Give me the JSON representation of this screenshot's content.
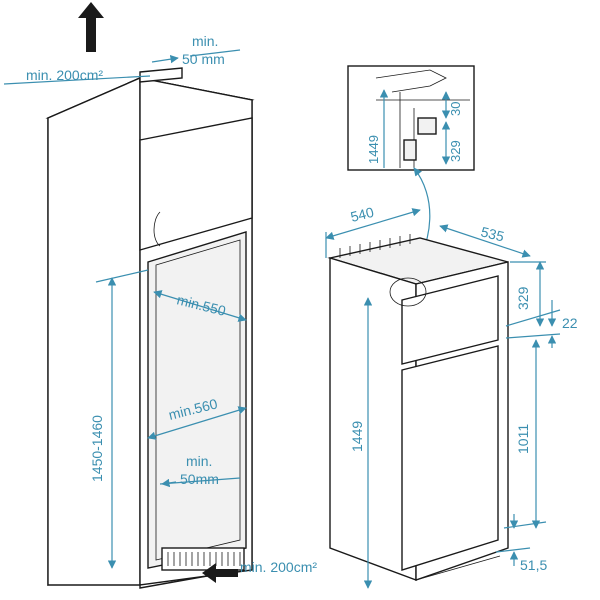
{
  "labels": {
    "top_min": "min.",
    "top_50mm": "50 mm",
    "top_vent": "min. 200cm²",
    "inner_min550": "min.550",
    "inner_min560": "min.560",
    "bottom_min": "min.",
    "bottom_50mm": "50mm",
    "bottom_vent": "min. 200cm²",
    "niche_height": "1450-1460",
    "fridge_depth": "540",
    "fridge_width": "535",
    "fridge_height": "1449",
    "freezer_h": "329",
    "gap_22": "22",
    "fridge_lower": "1011",
    "base_515": "51,5",
    "detail_1449": "1449",
    "detail_30": "30",
    "detail_329": "329"
  },
  "colors": {
    "dimension": "#3b8fb0",
    "outline": "#1a1a1a",
    "arrow": "#1a1a1a"
  }
}
